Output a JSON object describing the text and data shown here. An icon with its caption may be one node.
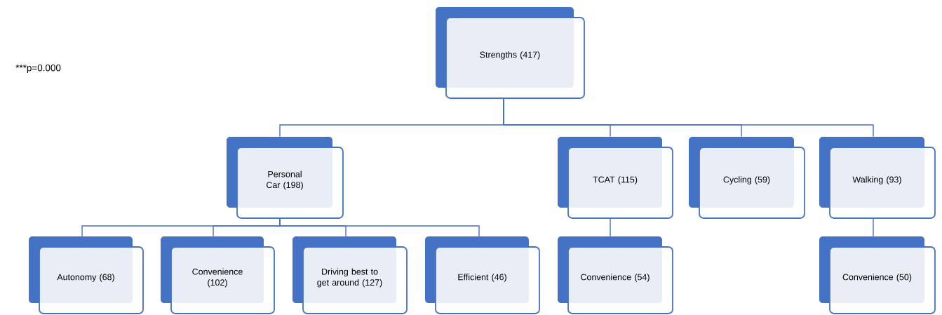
{
  "diagram": {
    "nodes": [
      {
        "text": [
          "Strengths (417)"
        ]
      },
      {
        "text": [
          "Personal Car (198)"
        ]
      },
      {
        "text": [
          "TCAT (115)"
        ]
      },
      {
        "text": [
          "Cycling (59)"
        ]
      },
      {
        "text": [
          "Walking (93)"
        ]
      },
      {
        "text": [
          "Autonomy (68)"
        ]
      },
      {
        "text": [
          "Convenience (102)"
        ]
      },
      {
        "text": [
          "Driving best to get around (127)"
        ]
      },
      {
        "text": [
          "Efficient (46)"
        ]
      },
      {
        "text": [
          "Convenience (54)"
        ]
      },
      {
        "text": [
          "Convenience (50)"
        ]
      }
    ],
    "edges": [
      {
        "from": 0,
        "to": 1,
        "arrow": "none"
      },
      {
        "from": 0,
        "to": 2,
        "arrow": "none"
      },
      {
        "from": 0,
        "to": 3,
        "arrow": "none"
      },
      {
        "from": 0,
        "to": 4,
        "arrow": "none"
      },
      {
        "from": 1,
        "to": 5,
        "arrow": "none"
      },
      {
        "from": 1,
        "to": 6,
        "arrow": "none"
      },
      {
        "from": 1,
        "to": 7,
        "arrow": "none"
      },
      {
        "from": 1,
        "to": 8,
        "arrow": "none"
      },
      {
        "from": 2,
        "to": 9,
        "arrow": "none"
      },
      {
        "from": 4,
        "to": 10,
        "arrow": "none"
      }
    ],
    "labels": [
      "***p=0.000"
    ]
  }
}
